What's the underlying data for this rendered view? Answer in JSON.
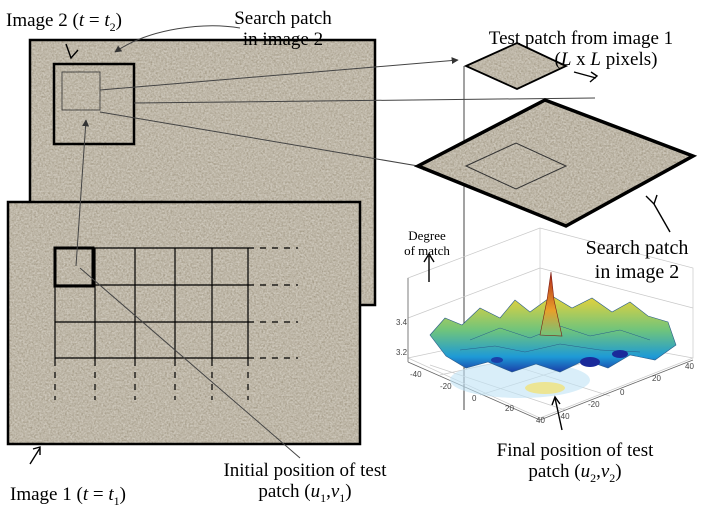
{
  "labels": {
    "image2": {
      "text": "Image 2 (",
      "t": "t",
      "eq": " = ",
      "sub_t": "t",
      "sub": "2",
      "close": ")"
    },
    "search_top": {
      "line1": "Search patch",
      "line2": "in image 2"
    },
    "test_patch": {
      "line1": "Test patch from image 1",
      "line2_L": "L",
      "line2_mid": " x ",
      "line2_L2": "L",
      "line2_end": " pixels)",
      "line2_open": "("
    },
    "degree": {
      "line1": "Degree",
      "line2": "of match"
    },
    "search_right": {
      "line1": "Search patch",
      "line2": "in image 2"
    },
    "image1": {
      "text": "Image 1 (",
      "t": "t",
      "eq": " = ",
      "sub_t": "t",
      "sub": "1",
      "close": ")"
    },
    "initial": {
      "line1": "Initial position of test",
      "line2": "patch (",
      "u": "u",
      "us": "1",
      "comma": ",",
      "v": "v",
      "vs": "1",
      "close": ")"
    },
    "final": {
      "line1": "Final position of test",
      "line2": "patch (",
      "u": "u",
      "us": "2",
      "comma": ",",
      "v": "v",
      "vs": "2",
      "close": ")"
    }
  },
  "plot_ticks": {
    "z": [
      "3.4",
      "3.2"
    ],
    "x": [
      "-40",
      "-20",
      "0",
      "20",
      "40"
    ],
    "y": [
      "40",
      "20",
      "0",
      "-20",
      "-40"
    ]
  },
  "colors": {
    "texture_base": "#a69d8a",
    "surface_low": "#1e9ad6",
    "surface_mid": "#e8d23a",
    "surface_high": "#d02a1a"
  }
}
